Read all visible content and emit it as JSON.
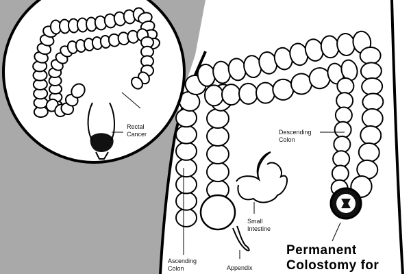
{
  "labels": {
    "rectal_cancer": [
      "Rectal",
      "Cancer"
    ],
    "descending_colon": [
      "Descending",
      "Colon"
    ],
    "small_intestine": [
      "Small",
      "Intestine"
    ],
    "ascending_colon": [
      "Ascending",
      "Colon"
    ],
    "appendix": "Appendix"
  },
  "title": [
    "Permanent",
    "Colostomy for"
  ],
  "colors": {
    "background_gray": "#a9a9a9",
    "line": "#000000",
    "paper": "#ffffff"
  }
}
